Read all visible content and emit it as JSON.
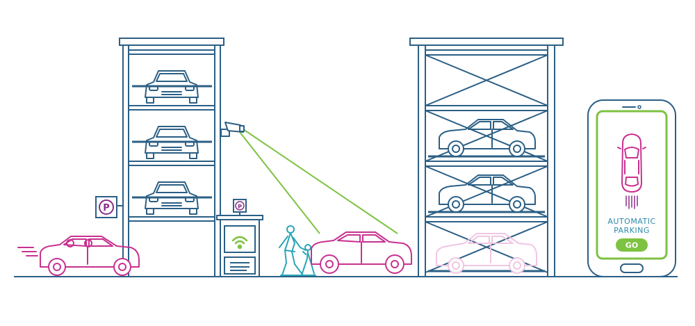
{
  "signs": {
    "parking_letter": "P"
  },
  "phone": {
    "line1": "AUTOMATIC",
    "line2": "PARKING",
    "go_button": "GO"
  },
  "colors": {
    "structure": "#2b5f85",
    "accent_magenta": "#c8318f",
    "accent_green": "#7ec242",
    "ghost_car": "#efc3e2",
    "phone_screen_label": "#2a8aa8"
  },
  "icons": {
    "camera": "security-camera-icon",
    "wifi": "wifi-icon",
    "parking": "parking-sign-icon"
  }
}
